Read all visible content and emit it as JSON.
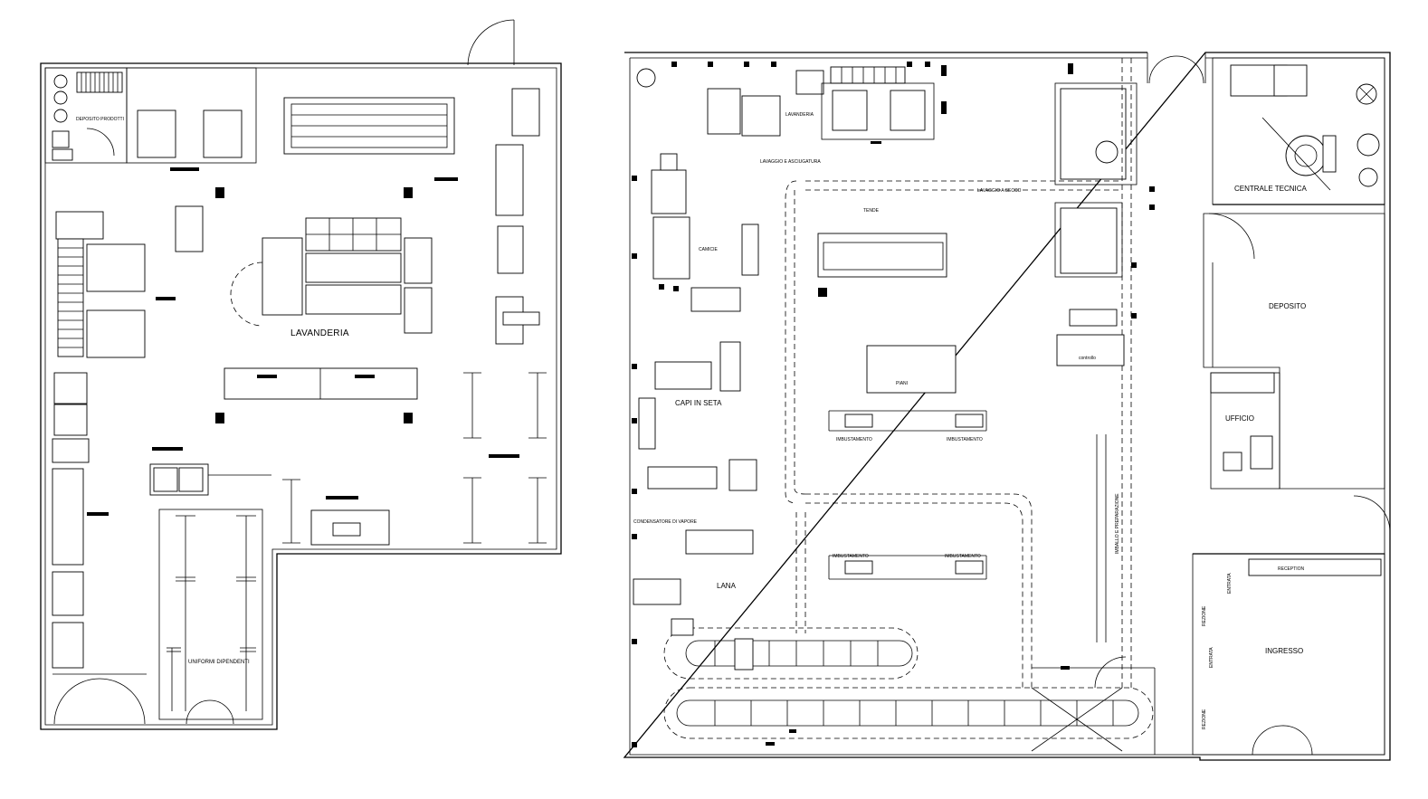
{
  "plans": [
    {
      "rooms": {
        "deposito_prodotti": "DEPOSITO PRODOTTI",
        "lavanderia": "LAVANDERIA",
        "uniformi_dipendenti": "UNIFORMI DIPENDENTI"
      }
    },
    {
      "rooms": {
        "lavanderia": "LAVANDERIA",
        "lavaggio_asciugatura": "LAVAGGIO E ASCIUGATURA",
        "lavaggio_a_secco": "LAVAGGIO A SECCO",
        "tende": "TENDE",
        "camicie": "CAMICIE",
        "piani": "PIANI",
        "capi_in_seta": "CAPI IN SETA",
        "imbustamento": "IMBUSTAMENTO",
        "condensatore_vapore": "CONDENSATORE DI VAPORE",
        "lana": "LANA",
        "controllo": "controllo",
        "imballo_bancale": "IMBALLO E PREPARAZIONE",
        "centrale_tecnica": "CENTRALE TECNICA",
        "deposito": "DEPOSITO",
        "ufficio": "UFFICIO",
        "reception": "RECEPTION",
        "entrata": "ENTRATA",
        "ingresso": "INGRESSO",
        "rezione": "REZIONE"
      }
    }
  ]
}
